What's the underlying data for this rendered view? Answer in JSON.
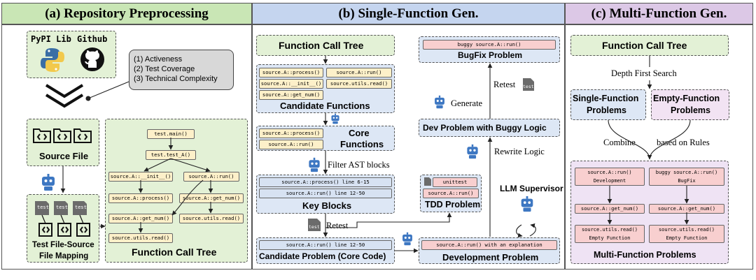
{
  "panels": {
    "a": {
      "title": "(a) Repository Preprocessing",
      "pypi_label": "PyPI Lib",
      "github_label": "Github",
      "criteria": [
        "(1) Activeness",
        "(2) Test Coverage",
        "(3) Technical Complexity"
      ],
      "source_file_label": "Source File",
      "test_icon_text": "test",
      "mapping_label": [
        "Test File-Source",
        "File Mapping"
      ],
      "tree_label": "Function Call Tree",
      "tree_nodes": {
        "main": "test.main()",
        "test_a": "test.test_A()",
        "init": "source.A::__init__()",
        "run": "source.A::run()",
        "process": "source.A::process()",
        "get_num_r": "source.A::get_num()",
        "get_num_l": "source.A::get_num()",
        "utils_r": "source.utils.read()",
        "utils_l": "source.utils.read()"
      }
    },
    "b": {
      "title": "(b) Single-Function Gen.",
      "tree_label": "Function Call Tree",
      "candidates": [
        "source.A::process()",
        "source.A::run()",
        "source.A::__init__()",
        "source.utils.read()",
        "source.A::get_num()"
      ],
      "candidate_label": "Candidate Functions",
      "core": [
        "source.A::process()",
        "source.A::run()"
      ],
      "core_label": [
        "Core",
        "Functions"
      ],
      "filter_label": "Filter AST blocks",
      "blocks": [
        "source.A::process() line 6-15",
        "source.A::run() line 12-50"
      ],
      "blocks_label": "Key Blocks",
      "retest_label": "Retest",
      "candidate_problem_code": "source.A::run() line 12-50",
      "candidate_problem_label": "Candidate Problem (Core Code)",
      "dev_code": "source.A::run() with an explanation",
      "dev_label": "Development Problem",
      "tdd_codes": [
        "unittest",
        "source.A::run()"
      ],
      "tdd_label": "TDD Problem",
      "llm_label": "LLM Supervisor",
      "rewrite_label": "Rewrite Logic",
      "buggy_dev_label": "Dev Problem with Buggy Logic",
      "generate_label": "Generate",
      "retest_label2": "Retest",
      "bugfix_code": "buggy source.A::run()",
      "bugfix_label": "BugFix Problem"
    },
    "c": {
      "title": "(c) Multi-Function Gen.",
      "tree_label": "Function Call Tree",
      "dfs_label": "Depth First Search",
      "single_label": [
        "Single-Function",
        "Problems"
      ],
      "empty_label": [
        "Empty-Function",
        "Problems"
      ],
      "combine_label": "Combine",
      "rules_label": "based on Rules",
      "left_col": [
        "source.A::run()",
        "Development",
        "source.A::get_num()",
        "source.utils.read()",
        "Empty Function"
      ],
      "right_col": [
        "buggy source.A::run()",
        "BugFix",
        "source.A::get_num()",
        "source.utils.read()",
        "Empty Function"
      ],
      "multi_label": "Multi-Function Problems"
    }
  },
  "colors": {
    "green_head": "#c9e6b5",
    "green_fill": "#e3f1d6",
    "blue_head": "#c5d5ef",
    "blue_fill": "#dde7f5",
    "purple_head": "#dcc8e6",
    "purple_fill": "#efe3f4",
    "yellow_code": "#fdf0c9",
    "pink_code": "#f8cfcf",
    "blue_code": "#d7e2f2"
  }
}
